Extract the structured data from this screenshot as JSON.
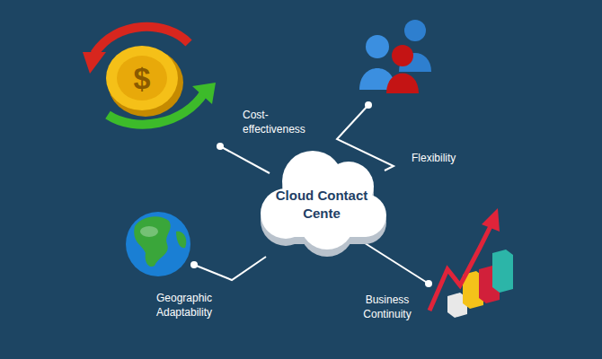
{
  "diagram": {
    "nodes": [
      {
        "text": [
          "Cloud Contact Cente"
        ]
      }
    ],
    "labels": [
      "Cost- effectiveness",
      "Flexibility",
      "Geographic Adaptability",
      "Business Continuity"
    ]
  }
}
